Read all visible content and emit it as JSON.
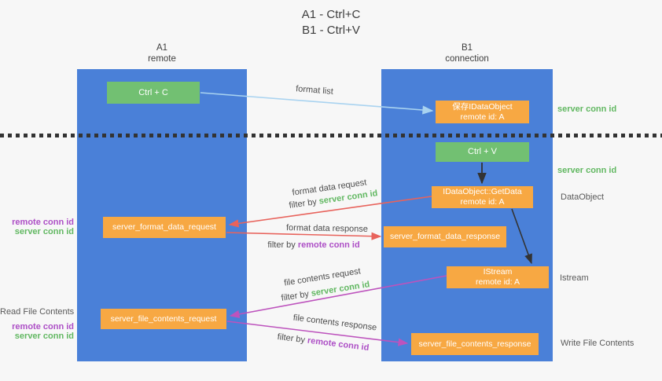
{
  "title": {
    "line1": "A1 - Ctrl+C",
    "line2": "B1 - Ctrl+V"
  },
  "lanes": {
    "left": {
      "header_line1": "A1",
      "header_line2": "remote"
    },
    "right": {
      "header_line1": "B1",
      "header_line2": "connection"
    }
  },
  "nodes": {
    "ctrl_c": {
      "label": "Ctrl + C"
    },
    "save_idataobject": {
      "line1": "保存IDataObject",
      "line2": "remote id: A"
    },
    "ctrl_v": {
      "label": "Ctrl + V"
    },
    "getdata": {
      "line1": "IDataObject::GetData",
      "line2": "remote id: A"
    },
    "format_request": {
      "label": "server_format_data_request"
    },
    "format_response": {
      "label": "server_format_data_response"
    },
    "istream": {
      "line1": "IStream",
      "line2": "remote id: A"
    },
    "file_request": {
      "label": "server_file_contents_request"
    },
    "file_response": {
      "label": "server_file_contents_response"
    }
  },
  "flow_labels": {
    "format_list": "format list",
    "format_data_request": "format data request",
    "format_data_response": "format data response",
    "file_contents_request": "file contents request",
    "file_contents_response": "file contents response",
    "filter_prefix": "filter by ",
    "server_conn_id": "server conn id",
    "remote_conn_id": "remote conn id"
  },
  "side_labels": {
    "server_conn_id": "server conn id",
    "remote_conn_id": "remote conn id",
    "dataobject": "DataObject",
    "istream": "Istream",
    "read_file_contents": "Read File Contents",
    "write_file_contents": "Write File Contents"
  },
  "colors": {
    "lane_blue": "#4a80d8",
    "node_green": "#72c072",
    "node_orange": "#f7a843",
    "green_text": "#62b862",
    "purple_text": "#ad4fc6",
    "red_arrow": "#e8635c",
    "magenta_arrow": "#bd53bd",
    "lightblue_arrow": "#a9d3f0",
    "black_arrow": "#333333"
  }
}
